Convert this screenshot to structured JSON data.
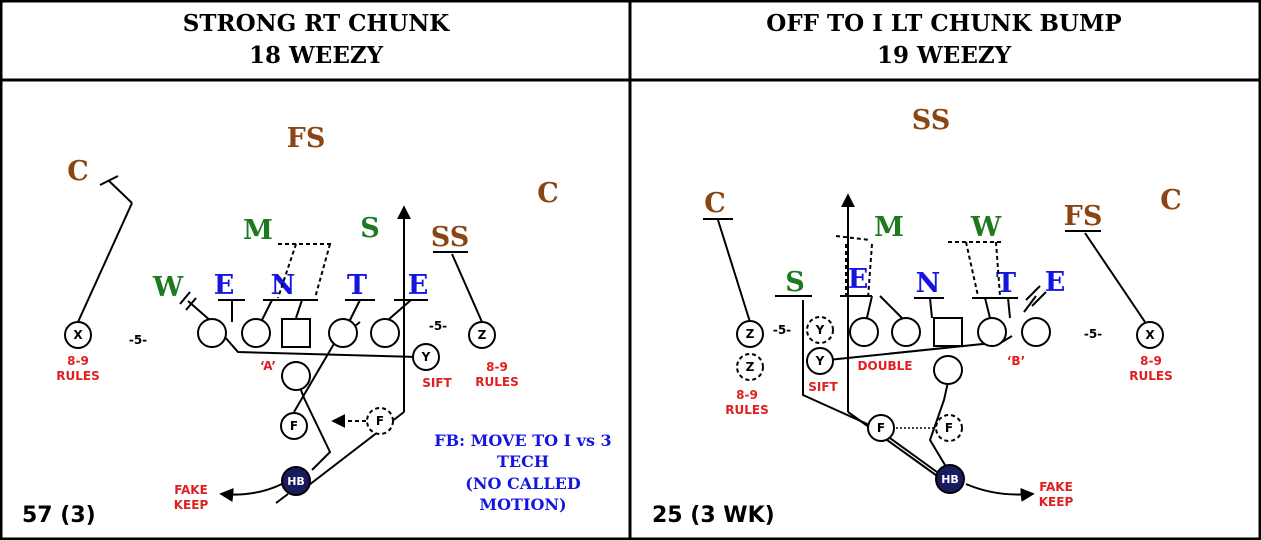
{
  "left": {
    "title_line1": "STRONG RT CHUNK",
    "title_line2": "18 WEEZY",
    "defense": {
      "fs": "FS",
      "c_left": "C",
      "c_right": "C",
      "ss": "SS",
      "m": "M",
      "s": "S",
      "w": "W",
      "e1": "E",
      "n": "N",
      "t": "T",
      "e2": "E"
    },
    "players": {
      "x": "X",
      "z": "Z",
      "y": "Y",
      "f": "F",
      "f_ghost": "F",
      "hb": "HB"
    },
    "labels": {
      "split_left": "-5-",
      "split_right": "-5-",
      "rules_left_1": "8-9",
      "rules_left_2": "RULES",
      "rules_right_1": "8-9",
      "rules_right_2": "RULES",
      "a_gap": "‘A’",
      "sift": "SIFT",
      "fake_1": "FAKE",
      "fake_2": "KEEP"
    },
    "note": [
      "FB: MOVE TO I vs 3",
      "TECH",
      "(NO CALLED",
      "MOTION)"
    ],
    "bottom_label": "57 (3)"
  },
  "right": {
    "title_line1": "OFF TO I LT CHUNK BUMP",
    "title_line2": "19 WEEZY",
    "defense": {
      "ss": "SS",
      "c_left": "C",
      "c_right": "C",
      "fs": "FS",
      "m": "M",
      "w": "W",
      "s": "S",
      "e1": "E",
      "n": "N",
      "t": "T",
      "e2": "E"
    },
    "players": {
      "z": "Z",
      "z_ghost": "Z",
      "y": "Y",
      "y_ghost": "Y",
      "x": "X",
      "f": "F",
      "f_ghost": "F",
      "hb": "HB"
    },
    "labels": {
      "split_left": "-5-",
      "split_right": "-5-",
      "rules_left_1": "8-9",
      "rules_left_2": "RULES",
      "rules_right_1": "8-9",
      "rules_right_2": "RULES",
      "sift": "SIFT",
      "double": "DOUBLE",
      "b_gap": "‘B’",
      "fake_1": "FAKE",
      "fake_2": "KEEP"
    },
    "bottom_label": "25 (3 WK)"
  },
  "colors": {
    "defense_deep": "#8B4513",
    "defense_linebacker": "#1E7A1E",
    "defense_line": "#1515E0",
    "annotation": "#E02020",
    "hb_fill": "#1A1A5E"
  }
}
